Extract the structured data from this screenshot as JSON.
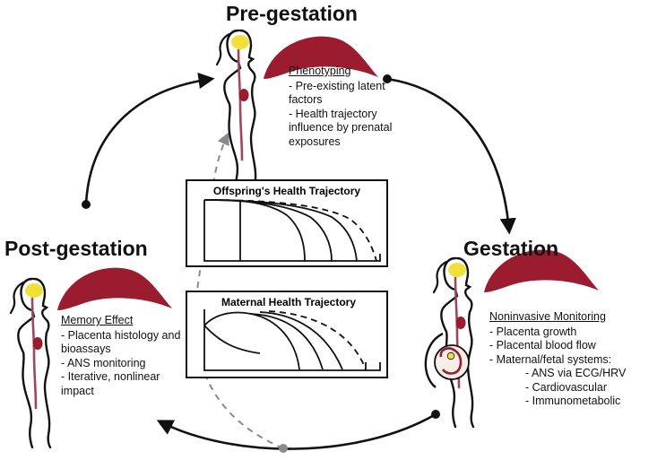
{
  "stages": {
    "pre": {
      "title": "Pre-gestation",
      "subtitle": "Phenotyping",
      "items": [
        "- Pre-existing latent factors",
        "- Health trajectory influence by prenatal exposures"
      ]
    },
    "gestation": {
      "title": "Gestation",
      "subtitle": "Noninvasive Monitoring",
      "items": [
        "- Placenta growth",
        "- Placental blood flow",
        "- Maternal/fetal systems:"
      ],
      "nested_items": [
        "- ANS via ECG/HRV",
        "- Cardiovascular",
        "- Immunometabolic"
      ]
    },
    "post": {
      "title": "Post-gestation",
      "subtitle": "Memory Effect",
      "items": [
        "- Placenta histology and bioassays",
        "- ANS monitoring",
        "- Iterative, nonlinear impact"
      ]
    }
  },
  "panels": {
    "offspring": {
      "title": "Offspring's Health Trajectory"
    },
    "maternal": {
      "title": "Maternal Health Trajectory"
    }
  },
  "colors": {
    "placenta": "#9b1c2e",
    "brain": "#f2e03a",
    "spine": "#a0465a",
    "arrow": "#111111",
    "dashed_arrow": "#8a8a8a"
  },
  "icons": [
    "woman-silhouette-icon",
    "placenta-icon",
    "fetus-icon"
  ]
}
